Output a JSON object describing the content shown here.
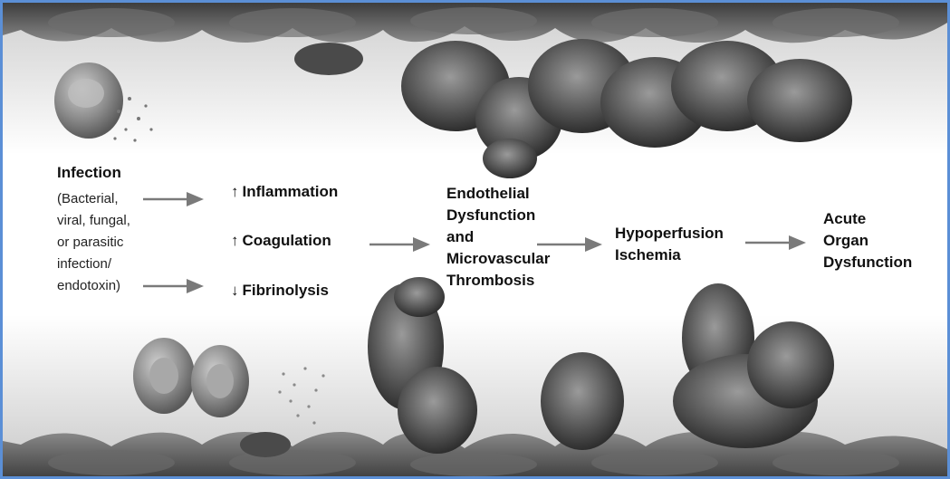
{
  "infection": {
    "title": "Infection",
    "details": [
      "(Bacterial,",
      "viral, fungal,",
      "or parasitic",
      "infection/",
      "endotoxin)"
    ]
  },
  "responses": [
    {
      "direction": "↑",
      "label": "Inflammation"
    },
    {
      "direction": "↑",
      "label": "Coagulation"
    },
    {
      "direction": "↓",
      "label": "Fibrinolysis"
    }
  ],
  "endothelial": [
    "Endothelial",
    "Dysfunction",
    "and",
    "Microvascular",
    "Thrombosis"
  ],
  "hypoperfusion": [
    "Hypoperfusion",
    "Ischemia"
  ],
  "organ": [
    "Acute",
    "Organ",
    "Dysfunction"
  ],
  "colors": {
    "frame": "#5b8fd6",
    "text": "#111111",
    "arrow": "#7a7a7a"
  }
}
